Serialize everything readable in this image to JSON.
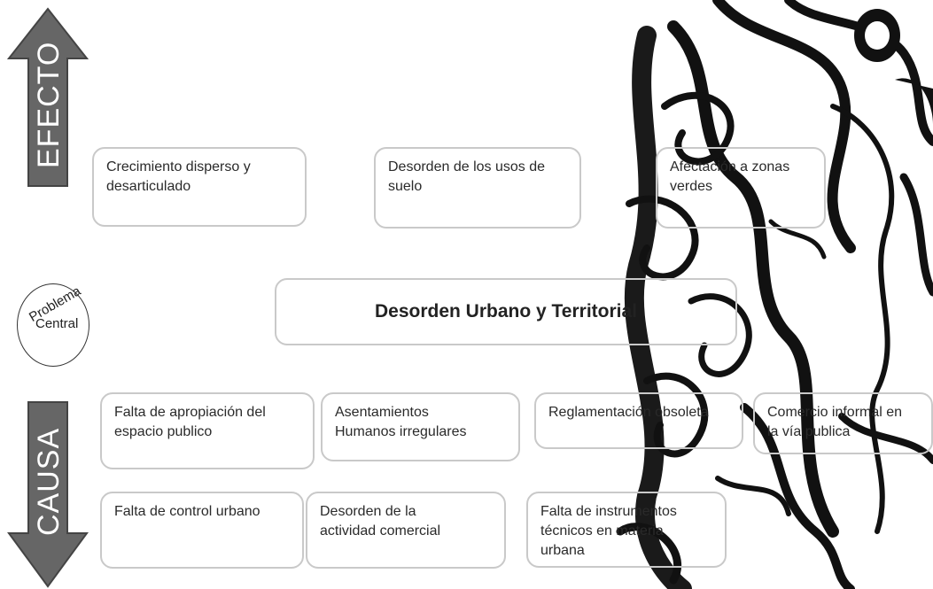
{
  "effect_label": "EFECTO",
  "cause_label": "CAUSA",
  "problem_tag": {
    "line1": "Problema",
    "line2": "Central"
  },
  "central_problem": "Desorden Urbano y Territorial",
  "effects": [
    {
      "line1": "Crecimiento disperso y",
      "line2": "desarticulado"
    },
    {
      "line1": "Desorden de los usos de",
      "line2": "suelo"
    },
    {
      "line1": "Afectación a zonas",
      "line2": "verdes"
    }
  ],
  "causes_row1": [
    {
      "line1": "Falta de apropiación del",
      "line2": "espacio publico"
    },
    {
      "line1": "Asentamientos",
      "line2": "Humanos irregulares"
    },
    {
      "line1": "Reglamentación obsoleta",
      "line2": ""
    },
    {
      "line1": "Comercio informal en",
      "line2": "la vía publica"
    }
  ],
  "causes_row2": [
    {
      "line1": "Falta de control urbano",
      "line2": ""
    },
    {
      "line1": "Desorden de la",
      "line2": "actividad comercial"
    },
    {
      "line1": "Falta de instrumentos",
      "line2": "técnicos en materia",
      "line3": "urbana"
    }
  ],
  "colors": {
    "arrow": "#666666",
    "arrow_border": "#444444",
    "box_border": "#c9c9c9"
  }
}
